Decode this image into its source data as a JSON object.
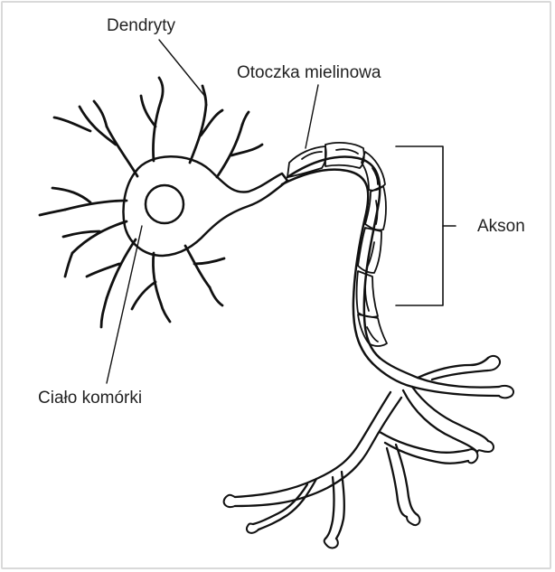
{
  "labels": {
    "dendrites": "Dendryty",
    "myelin": "Otoczka mielinowa",
    "axon": "Akson",
    "cell_body": "Ciało komórki"
  },
  "colors": {
    "ink": "#111111",
    "frame": "#d9d9d9",
    "background": "#ffffff"
  }
}
